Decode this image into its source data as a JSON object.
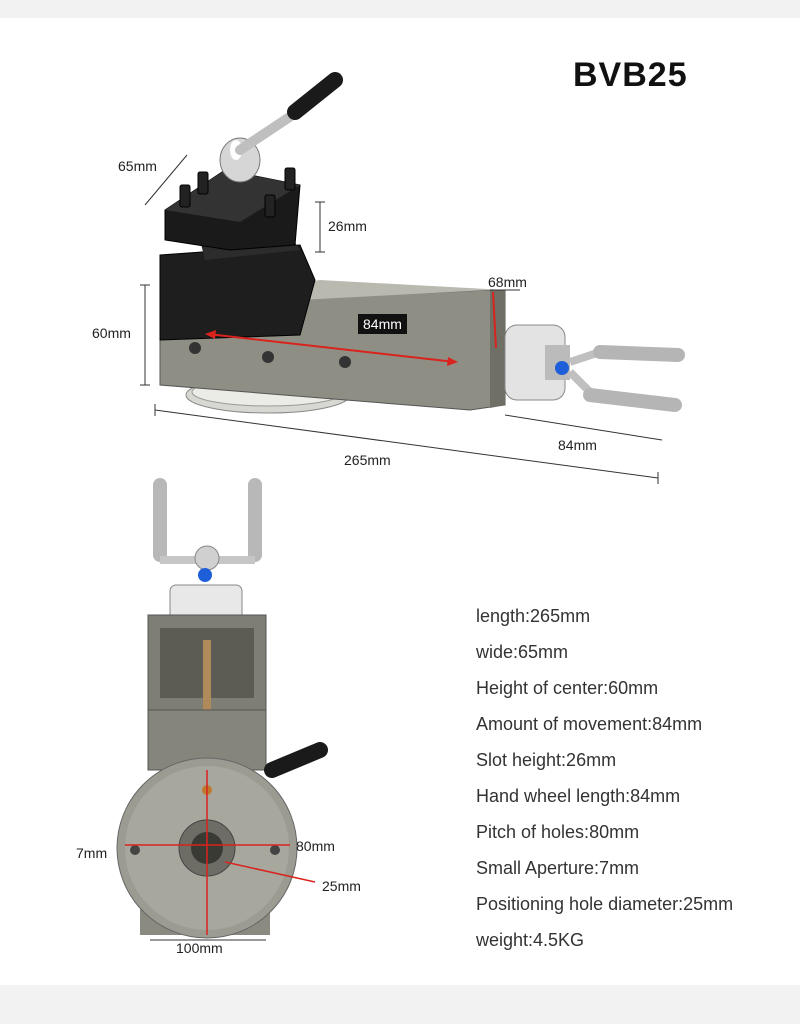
{
  "title": "BVB25",
  "dimensions_top": {
    "width_65": "65mm",
    "slot_26": "26mm",
    "height_60": "60mm",
    "depth_68": "68mm",
    "movement_84": "84mm",
    "handwheel_84": "84mm",
    "length_265": "265mm"
  },
  "dimensions_bottom": {
    "aperture_7": "7mm",
    "pitch_80": "80mm",
    "hole_25": "25mm",
    "base_100": "100mm"
  },
  "specs": [
    "length:265mm",
    "wide:65mm",
    "Height of center:60mm",
    "Amount of movement:84mm",
    "Slot height:26mm",
    "Hand wheel length:84mm",
    "Pitch of holes:80mm",
    "Small Aperture:7mm",
    "Positioning hole diameter:25mm",
    "weight:4.5KG"
  ],
  "colors": {
    "accent_red": "#d9231d",
    "steel": "#8a8a80",
    "black_part": "#1a1a1a",
    "chrome": "#c8c8c8"
  }
}
